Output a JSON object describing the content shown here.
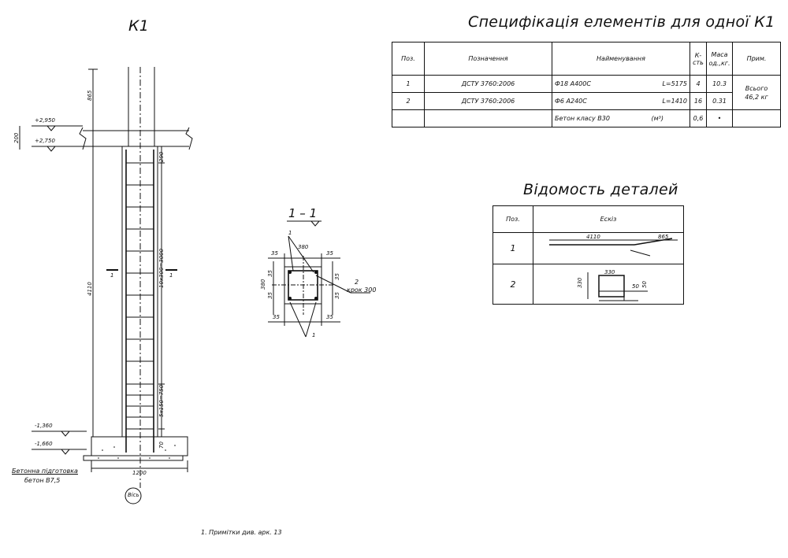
{
  "drawing": {
    "title": "К1",
    "elevations": [
      "+2,950",
      "+2,750",
      "-1,360",
      "-1,660"
    ],
    "dims_left": [
      "865",
      "4110",
      "200"
    ],
    "dims_right": [
      "290",
      "10х300=3000",
      "5х150=750",
      "70"
    ],
    "dim_bottom": "1200",
    "section_mark": "1",
    "concrete_label_1": "Бетонна підготовка",
    "concrete_label_2": "бетон В7,5",
    "axis_label": "Вісь"
  },
  "section": {
    "title": "1 – 1",
    "dims_top": [
      "35",
      "380",
      "35"
    ],
    "dims_left": [
      "380",
      "35",
      "35"
    ],
    "dims_right": [
      "35",
      "35"
    ],
    "dims_bottom": [
      "35",
      "35"
    ],
    "callout_1": "1",
    "callout_2": "2",
    "step": "крок 300",
    "callout_bottom": "1"
  },
  "spec": {
    "title": "Специфікація елементів для одної К1",
    "headers": {
      "pos": "Поз.",
      "designation": "Позначення",
      "name": "Найменування",
      "count": "К-сть",
      "mass_1": "Маса",
      "mass_2": "од.,кг.",
      "note": "Прим."
    },
    "rows": [
      {
        "pos": "1",
        "designation": "ДСТУ 3760:2006",
        "name": "Ф18 А400С",
        "length": "L=5175",
        "count": "4",
        "mass": "10.3"
      },
      {
        "pos": "2",
        "designation": "ДСТУ 3760:2006",
        "name": "Ф6 А240С",
        "length": "L=1410",
        "count": "16",
        "mass": "0.31"
      },
      {
        "pos": "",
        "designation": "",
        "name": "Бетон класу В30",
        "length": "(м³)",
        "count": "0,6",
        "mass": "•"
      }
    ],
    "note_1": "Всього",
    "note_2": "46,2 кг"
  },
  "details": {
    "title": "Відомость деталей",
    "headers": {
      "pos": "Поз.",
      "sketch": "Ескіз"
    },
    "rows": [
      {
        "pos": "1",
        "dims": [
          "4110",
          "865"
        ]
      },
      {
        "pos": "2",
        "dims": [
          "330",
          "330",
          "50",
          "50"
        ]
      }
    ]
  },
  "footnote": "1. Примітки див. арк. 13"
}
